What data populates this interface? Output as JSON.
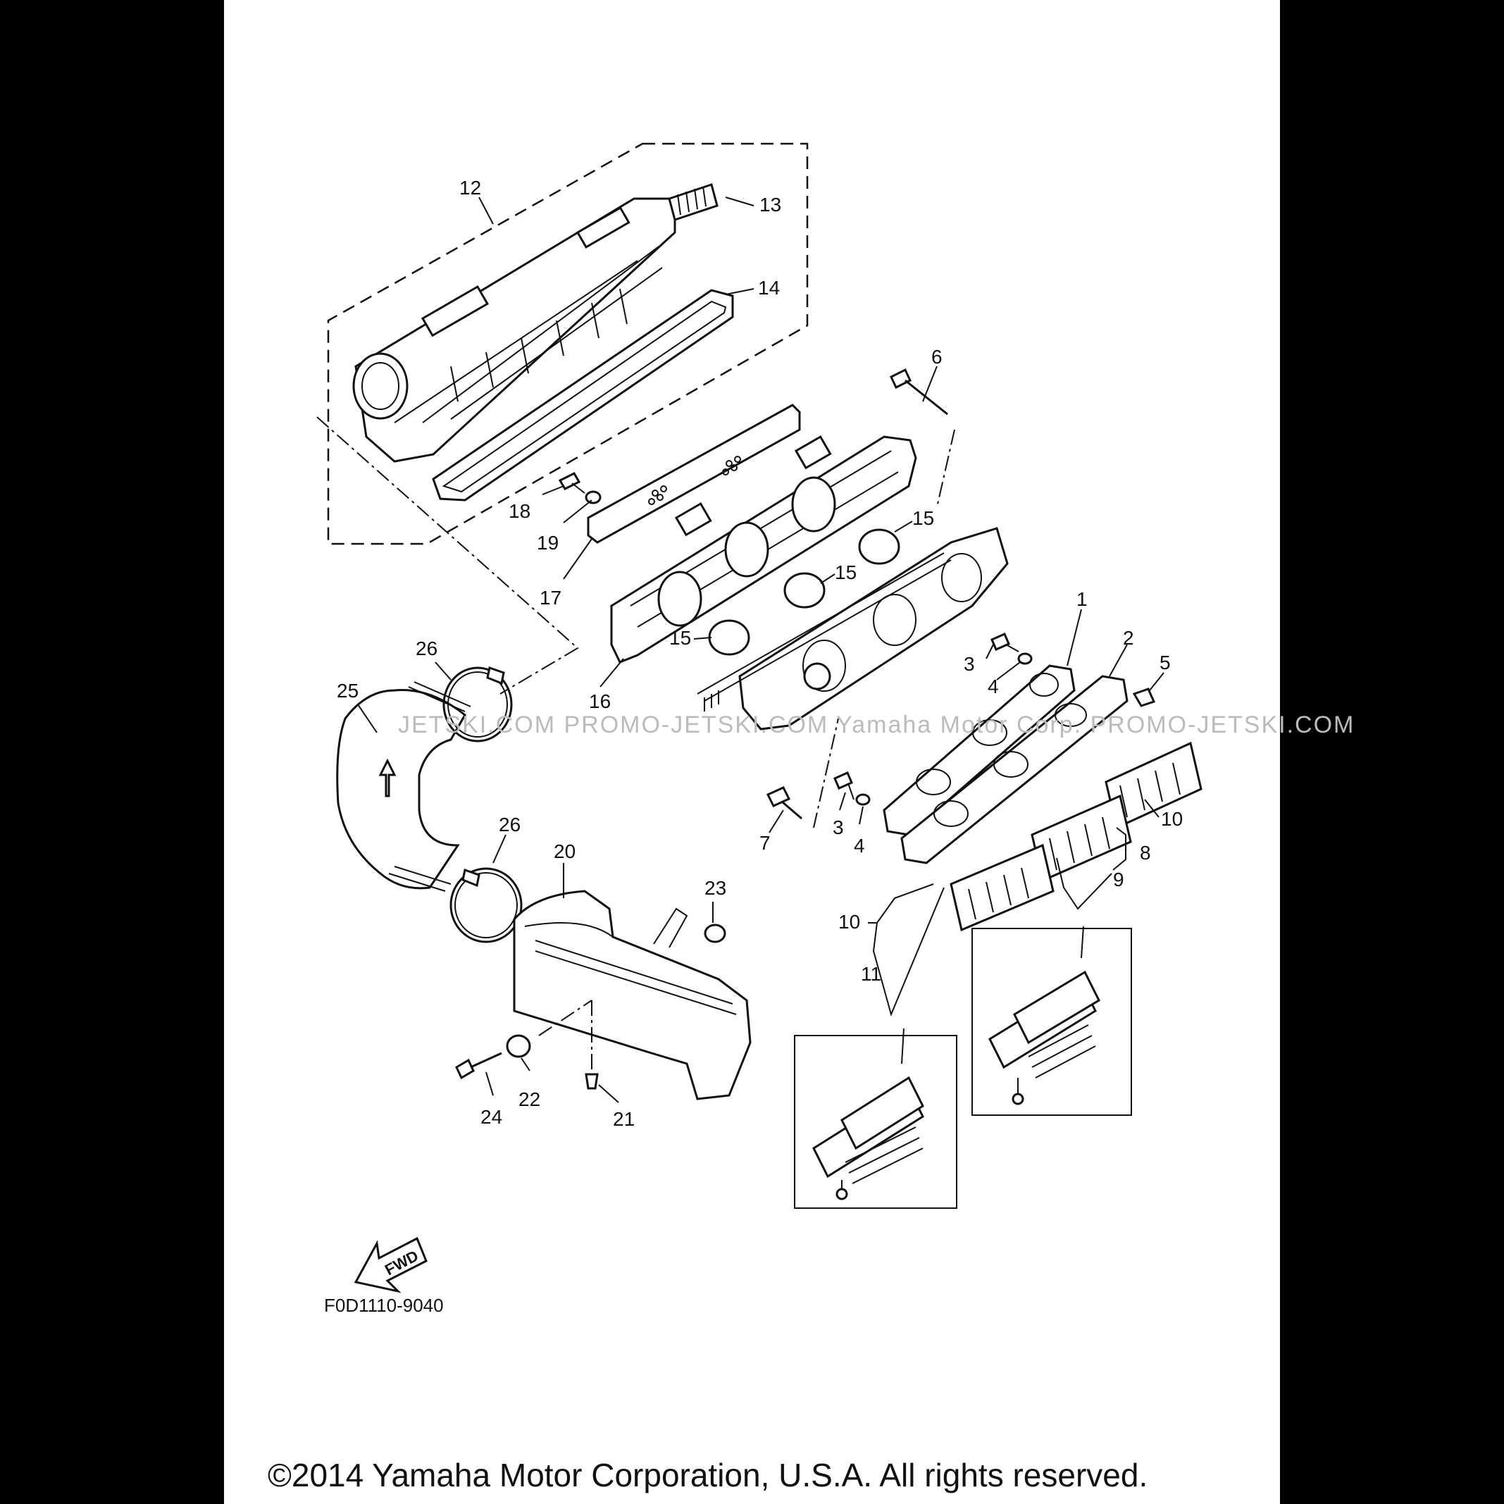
{
  "callouts": {
    "c1": "1",
    "c2": "2",
    "c3a": "3",
    "c3b": "3",
    "c4a": "4",
    "c4b": "4",
    "c5": "5",
    "c6": "6",
    "c7": "7",
    "c8": "8",
    "c9": "9",
    "c10a": "10",
    "c10b": "10",
    "c11": "11",
    "c12": "12",
    "c13": "13",
    "c14": "14",
    "c15a": "15",
    "c15b": "15",
    "c15c": "15",
    "c16": "16",
    "c17": "17",
    "c18": "18",
    "c19": "19",
    "c20": "20",
    "c21": "21",
    "c22": "22",
    "c23": "23",
    "c24": "24",
    "c25": "25",
    "c26a": "26",
    "c26b": "26"
  },
  "fwd_label": "FWD",
  "diagram_code": "F0D1110-9040",
  "watermark": "JETSKI.COM   PROMO-JETSKI.COM  Yamaha Motor Corp. PROMO-JETSKI.COM",
  "copyright": "©2014 Yamaha Motor Corporation, U.S.A. All rights reserved."
}
